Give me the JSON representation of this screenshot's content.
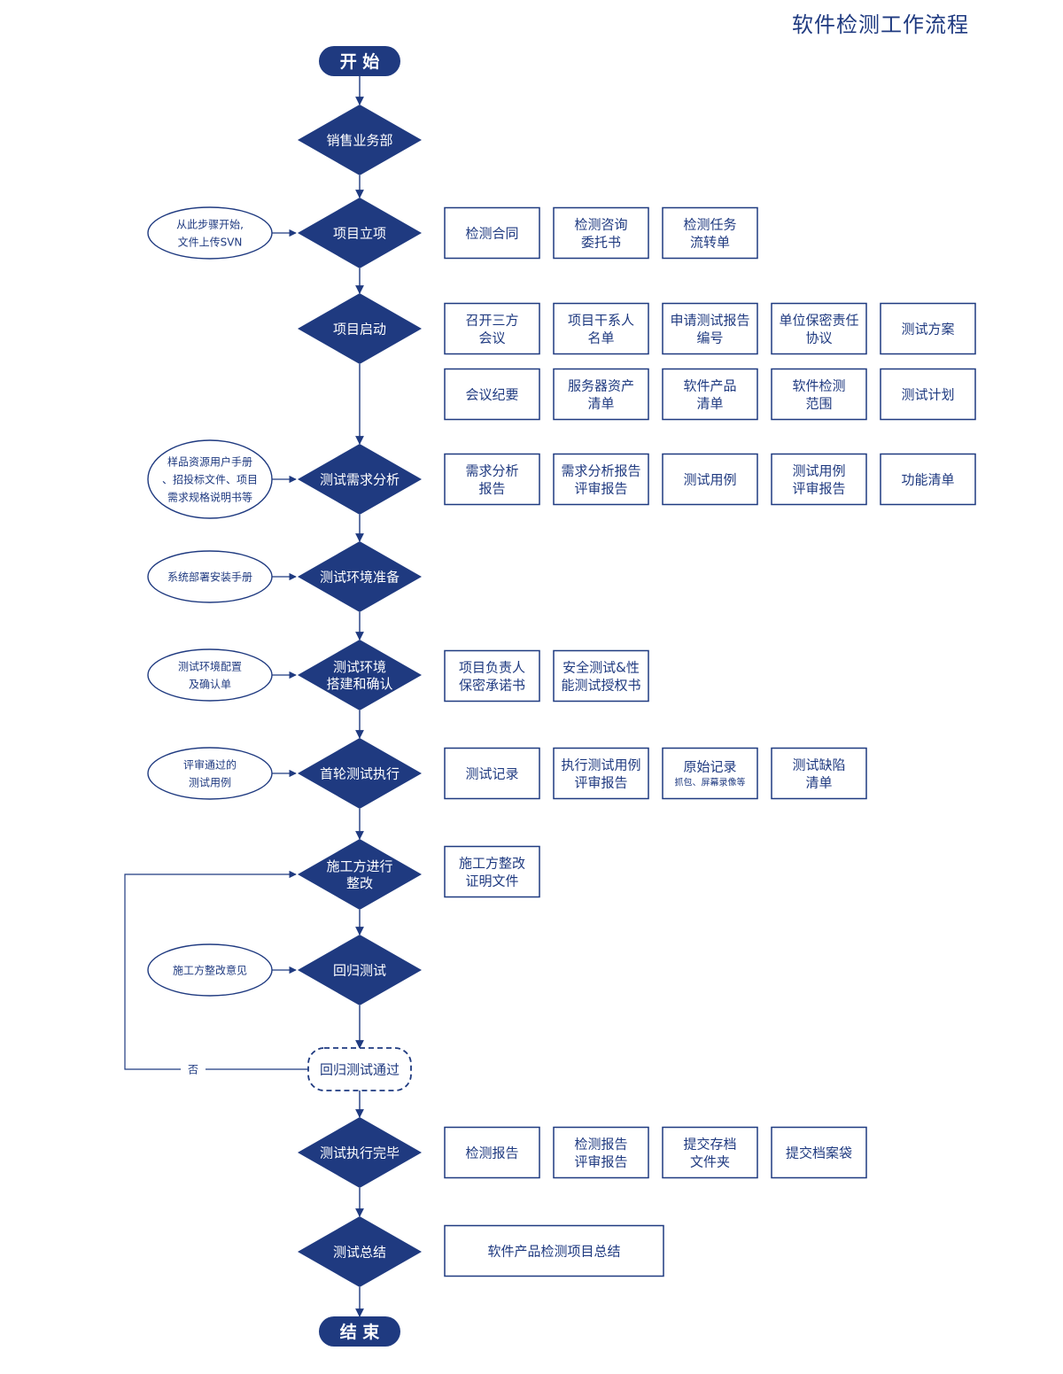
{
  "title": "软件检测工作流程",
  "colors": {
    "primary": "#1f3a80",
    "stroke": "#1f3a80",
    "text": "#1f3a80",
    "white": "#ffffff"
  },
  "terminals": {
    "start": "开 始",
    "end": "结 束"
  },
  "steps": [
    {
      "id": "sales",
      "lines": [
        "销售业务部"
      ]
    },
    {
      "id": "project-setup",
      "lines": [
        "项目立项"
      ]
    },
    {
      "id": "project-start",
      "lines": [
        "项目启动"
      ]
    },
    {
      "id": "req-analysis",
      "lines": [
        "测试需求分析"
      ]
    },
    {
      "id": "env-prep",
      "lines": [
        "测试环境准备"
      ]
    },
    {
      "id": "env-build",
      "lines": [
        "测试环境",
        "搭建和确认"
      ]
    },
    {
      "id": "first-exec",
      "lines": [
        "首轮测试执行"
      ]
    },
    {
      "id": "rectify",
      "lines": [
        "施工方进行",
        "整改"
      ]
    },
    {
      "id": "regression",
      "lines": [
        "回归测试"
      ]
    },
    {
      "id": "exec-done",
      "lines": [
        "测试执行完毕"
      ]
    },
    {
      "id": "summary",
      "lines": [
        "测试总结"
      ]
    }
  ],
  "decision": {
    "lines": [
      "回归测试通过"
    ],
    "no_label": "否"
  },
  "inputs": [
    {
      "step": "project-setup",
      "lines": [
        "从此步骤开始,",
        "文件上传SVN"
      ]
    },
    {
      "step": "req-analysis",
      "lines": [
        "样品资源用户手册",
        "、招投标文件、项目",
        "需求规格说明书等"
      ]
    },
    {
      "step": "env-prep",
      "lines": [
        "系统部署安装手册"
      ]
    },
    {
      "step": "env-build",
      "lines": [
        "测试环境配置",
        "及确认单"
      ]
    },
    {
      "step": "first-exec",
      "lines": [
        "评审通过的",
        "测试用例"
      ]
    },
    {
      "step": "regression",
      "lines": [
        "施工方整改意见"
      ]
    }
  ],
  "outputs": [
    {
      "row": "project-setup",
      "docs": [
        {
          "lines": [
            "检测合同"
          ]
        },
        {
          "lines": [
            "检测咨询",
            "委托书"
          ]
        },
        {
          "lines": [
            "检测任务",
            "流转单"
          ]
        }
      ]
    },
    {
      "row": "project-start-1",
      "docs": [
        {
          "lines": [
            "召开三方",
            "会议"
          ]
        },
        {
          "lines": [
            "项目干系人",
            "名单"
          ]
        },
        {
          "lines": [
            "申请测试报告",
            "编号"
          ]
        },
        {
          "lines": [
            "单位保密责任",
            "协议"
          ]
        },
        {
          "lines": [
            "测试方案"
          ]
        }
      ]
    },
    {
      "row": "project-start-2",
      "docs": [
        {
          "lines": [
            "会议纪要"
          ]
        },
        {
          "lines": [
            "服务器资产",
            "清单"
          ]
        },
        {
          "lines": [
            "软件产品",
            "清单"
          ]
        },
        {
          "lines": [
            "软件检测",
            "范围"
          ]
        },
        {
          "lines": [
            "测试计划"
          ]
        }
      ]
    },
    {
      "row": "req-analysis",
      "docs": [
        {
          "lines": [
            "需求分析",
            "报告"
          ]
        },
        {
          "lines": [
            "需求分析报告",
            "评审报告"
          ]
        },
        {
          "lines": [
            "测试用例"
          ]
        },
        {
          "lines": [
            "测试用例",
            "评审报告"
          ]
        },
        {
          "lines": [
            "功能清单"
          ]
        }
      ]
    },
    {
      "row": "env-build",
      "docs": [
        {
          "lines": [
            "项目负责人",
            "保密承诺书"
          ]
        },
        {
          "lines": [
            "安全测试&性",
            "能测试授权书"
          ]
        }
      ]
    },
    {
      "row": "first-exec",
      "docs": [
        {
          "lines": [
            "测试记录"
          ]
        },
        {
          "lines": [
            "执行测试用例",
            "评审报告"
          ]
        },
        {
          "lines": [
            "原始记录"
          ],
          "sub": "抓包、屏幕录像等"
        },
        {
          "lines": [
            "测试缺陷",
            "清单"
          ]
        }
      ]
    },
    {
      "row": "rectify",
      "docs": [
        {
          "lines": [
            "施工方整改",
            "证明文件"
          ]
        }
      ]
    },
    {
      "row": "exec-done",
      "docs": [
        {
          "lines": [
            "检测报告"
          ]
        },
        {
          "lines": [
            "检测报告",
            "评审报告"
          ]
        },
        {
          "lines": [
            "提交存档",
            "文件夹"
          ]
        },
        {
          "lines": [
            "提交档案袋"
          ]
        }
      ]
    },
    {
      "row": "summary",
      "docs": [
        {
          "lines": [
            "软件产品检测项目总结"
          ],
          "wide": true
        }
      ]
    }
  ]
}
